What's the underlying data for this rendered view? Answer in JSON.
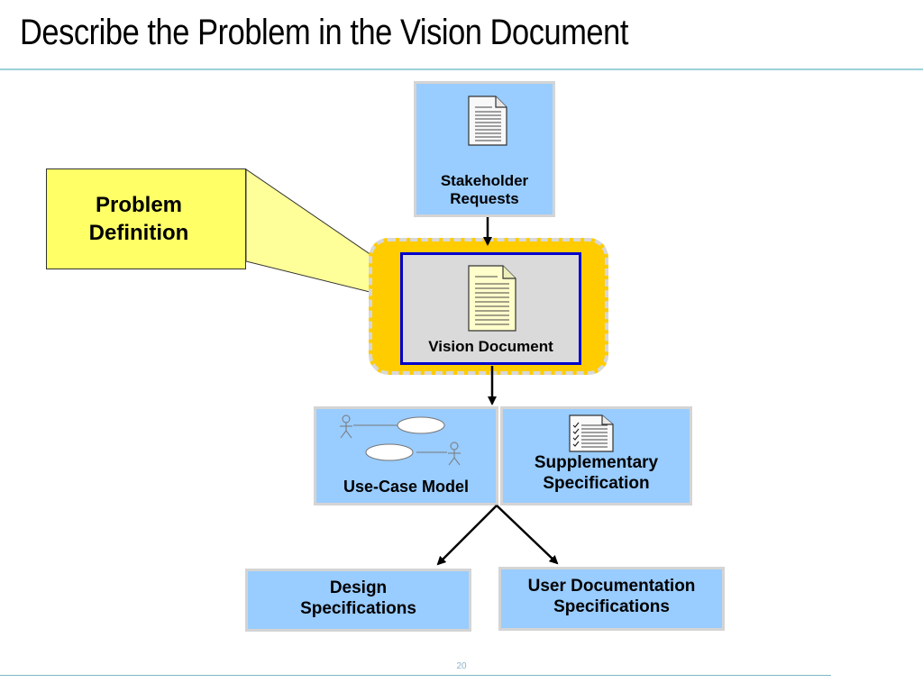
{
  "slide": {
    "title": "Describe the Problem in the Vision Document",
    "page_number": "20"
  },
  "callout": {
    "label": "Problem Definition",
    "color": "#ffff66"
  },
  "nodes": {
    "stakeholder_requests": "Stakeholder Requests",
    "vision_document": "Vision Document",
    "use_case_model": "Use-Case Model",
    "supplementary_specification": "Supplementary Specification",
    "design_specifications": "Design Specifications",
    "user_documentation_specifications": "User Documentation Specifications"
  },
  "colors": {
    "node_fill": "#99ccff",
    "highlight": "#ffcc00",
    "vision_border": "#0000cc",
    "vision_fill": "#dadada"
  },
  "icons": {
    "stakeholder_requests": "document-icon",
    "vision_document": "document-icon",
    "use_case_model": "use-case-diagram-icon",
    "supplementary_specification": "checklist-document-icon"
  }
}
